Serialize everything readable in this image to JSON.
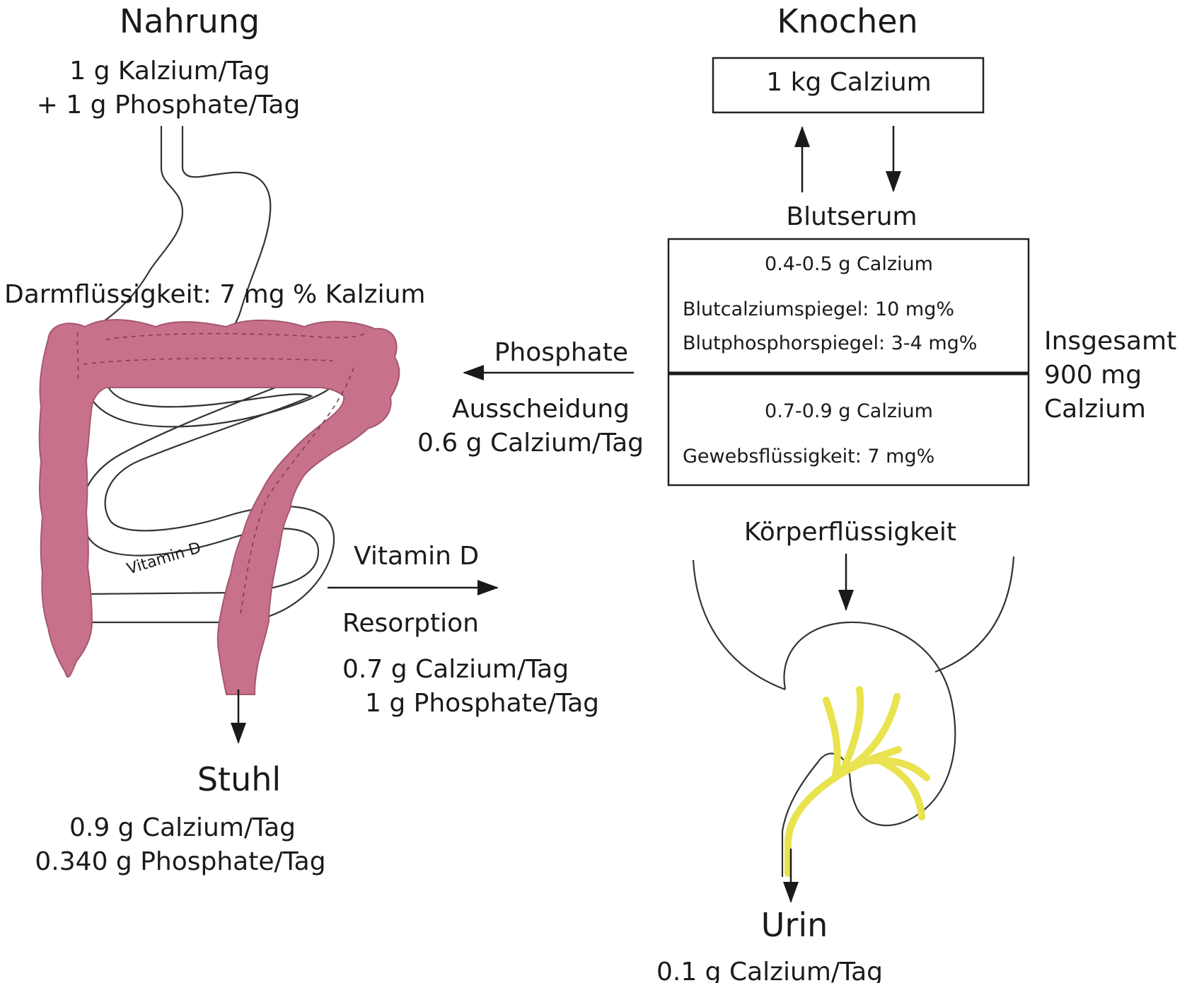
{
  "colors": {
    "colon": "#c8718a",
    "colon_edge": "#a45870",
    "ureter": "#e8e34e",
    "line": "#333333",
    "text": "#1a1a1a",
    "background": "#ffffff"
  },
  "nahrung": {
    "title": "Nahrung",
    "line1": "1 g Kalzium/Tag",
    "line2": "+ 1 g Phosphate/Tag"
  },
  "darm": {
    "fluid_label": "Darmflüssigkeit: 7 mg % Kalzium",
    "vitamin_label": "Vitamin D"
  },
  "stuhl": {
    "title": "Stuhl",
    "line1": "0.9 g Calzium/Tag",
    "line2": "0.340 g Phosphate/Tag"
  },
  "knochen": {
    "title": "Knochen",
    "box_label": "1 kg Calzium"
  },
  "blutserum": {
    "title": "Blutserum",
    "upper_amount": "0.4-0.5 g Calzium",
    "calcium_level": "Blutcalziumspiegel: 10 mg%",
    "phosphor_level": "Blutphosphorspiegel: 3-4 mg%",
    "lower_amount": "0.7-0.9 g Calzium",
    "tissue_fluid": "Gewebsflüssigkeit: 7 mg%"
  },
  "insgesamt": {
    "line1": "Insgesamt",
    "line2": "900 mg",
    "line3": "Calzium"
  },
  "ausscheidung": {
    "arrow_label": "Phosphate",
    "title": "Ausscheidung",
    "amount": "0.6 g Calzium/Tag"
  },
  "resorption": {
    "arrow_label": "Vitamin D",
    "title": "Resorption",
    "line1": "0.7 g Calzium/Tag",
    "line2": "1 g Phosphate/Tag"
  },
  "koerper": {
    "label": "Körperflüssigkeit"
  },
  "urin": {
    "title": "Urin",
    "amount": "0.1 g Calzium/Tag"
  }
}
